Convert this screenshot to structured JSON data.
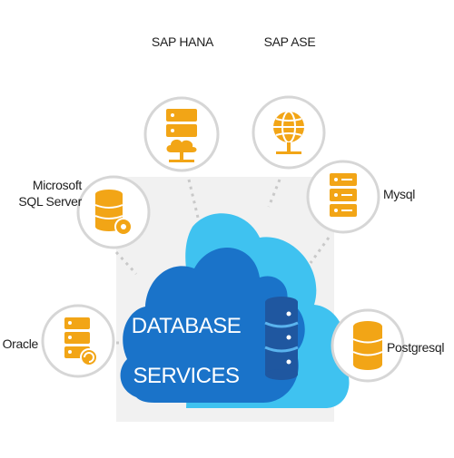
{
  "title_line1": "DATABASE",
  "title_line2": "SERVICES",
  "nodes": [
    {
      "label": "SAP HANA",
      "icon": "server-cloud-icon"
    },
    {
      "label": "SAP ASE",
      "icon": "globe-icon"
    },
    {
      "label_line1": "Microsoft",
      "label_line2": "SQL Server",
      "icon": "database-gear-icon"
    },
    {
      "label": "Mysql",
      "icon": "server-rack-icon"
    },
    {
      "label": "Oracle",
      "icon": "server-refresh-icon"
    },
    {
      "label": "Postgresql",
      "icon": "database-icon"
    }
  ],
  "colors": {
    "cloud_dark": "#1a73c9",
    "cloud_light": "#3fc2f0",
    "icon_orange": "#f2a516",
    "ring_gray": "#d6d6d6",
    "db_stack_blue": "#1f57a0",
    "backdrop": "#f1f1f1"
  }
}
